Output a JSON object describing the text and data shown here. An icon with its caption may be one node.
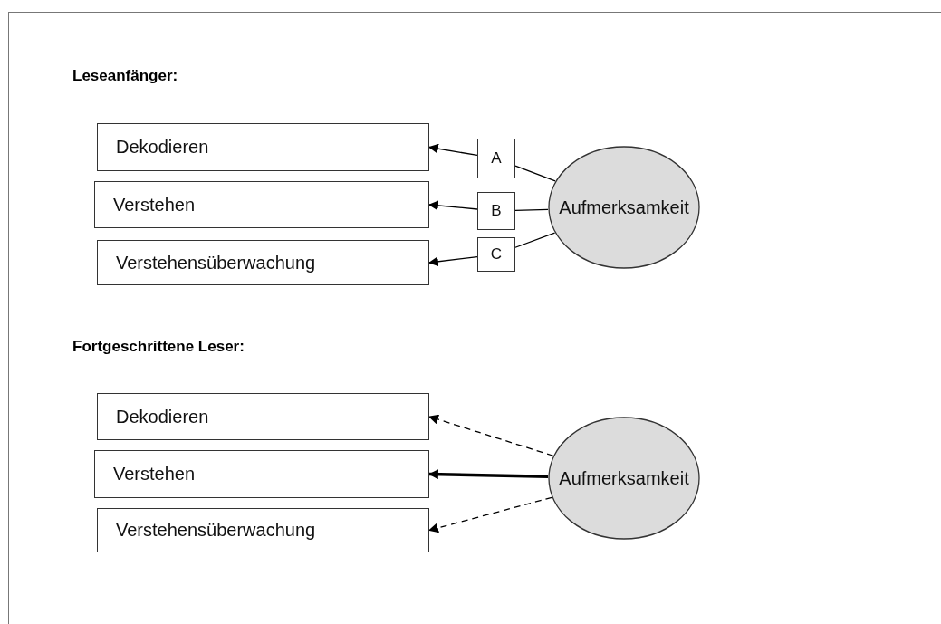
{
  "diagram": {
    "nodes": [
      {
        "text": [
          "Dekodieren"
        ]
      },
      {
        "text": [
          "Verstehen"
        ]
      },
      {
        "text": [
          "Verstehensüberwachung"
        ]
      },
      {
        "text": [
          "A"
        ]
      },
      {
        "text": [
          "B"
        ]
      },
      {
        "text": [
          "C"
        ]
      },
      {
        "text": [
          "Aufmerksamkeit"
        ]
      },
      {
        "text": [
          "Dekodieren"
        ]
      },
      {
        "text": [
          "Verstehen"
        ]
      },
      {
        "text": [
          "Verstehensüberwachung"
        ]
      },
      {
        "text": [
          "Aufmerksamkeit"
        ]
      }
    ],
    "edges": [
      {
        "from": 6,
        "to": 3,
        "arrow": "none"
      },
      {
        "from": 3,
        "to": 0,
        "arrow": "to"
      },
      {
        "from": 6,
        "to": 4,
        "arrow": "none"
      },
      {
        "from": 4,
        "to": 1,
        "arrow": "to"
      },
      {
        "from": 6,
        "to": 5,
        "arrow": "none"
      },
      {
        "from": 5,
        "to": 2,
        "arrow": "to"
      },
      {
        "from": 10,
        "to": 7,
        "arrow": "to",
        "style": "dashed"
      },
      {
        "from": 10,
        "to": 8,
        "arrow": "to",
        "style": "thick"
      },
      {
        "from": 10,
        "to": 9,
        "arrow": "to",
        "style": "dashed"
      }
    ],
    "labels": [
      "Leseanfänger:",
      "Fortgeschrittene Leser:"
    ]
  }
}
